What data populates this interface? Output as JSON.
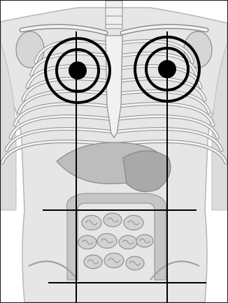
{
  "figure": {
    "subject": "anatomical-torso-illustration",
    "markers": [
      {
        "name": "right-chest-target",
        "rings": 3
      },
      {
        "name": "left-chest-target",
        "rings": 3
      }
    ],
    "guide_lines": {
      "vertical": 2,
      "horizontal": 2
    },
    "colors": {
      "skin": "#e6e6e6",
      "skin_outline": "#b5b5b5",
      "bone": "#f3f3f3",
      "bone_outline": "#8d8d8d",
      "organ": "#bdbdbd",
      "organ_dark": "#9e9e9e",
      "intestine": "#d2d2d2",
      "marker": "#000000",
      "frame": "#1a1a1a"
    }
  }
}
